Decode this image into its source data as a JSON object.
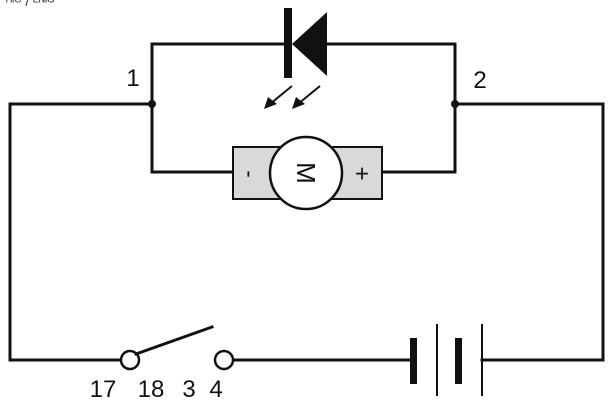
{
  "diagram": {
    "top_crop_text": "ᴴᴵᴼ / ᴱᴺᴵᴳ",
    "node_labels": {
      "node1": "1",
      "node2": "2"
    },
    "motor": {
      "symbol": "M",
      "neg_terminal": "-",
      "pos_terminal": "+"
    },
    "switch_labels": [
      "17",
      "18",
      "3",
      "4"
    ],
    "components": {
      "led_icon": "led-diode-icon",
      "motor_icon": "dc-motor-icon",
      "switch_icon": "switch-icon",
      "battery_icon": "battery-icon"
    }
  }
}
